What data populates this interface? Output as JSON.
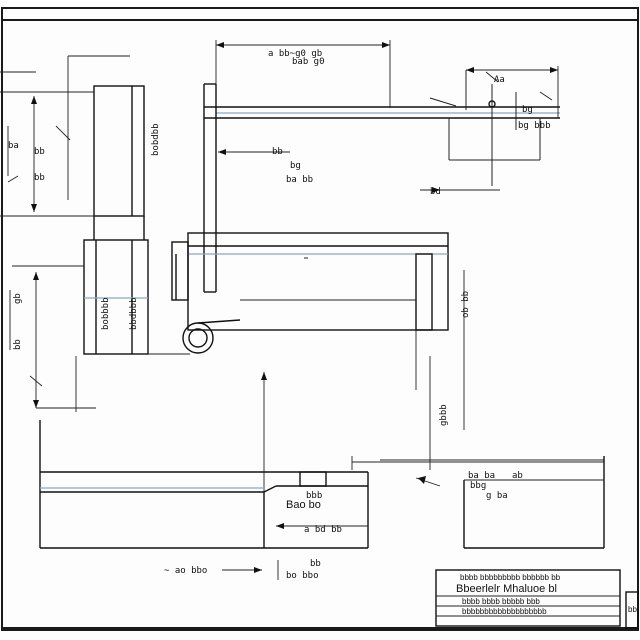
{
  "labels": {
    "top_dim_a": "a bb~g0 gb",
    "top_dim_b": "bab g0",
    "right_top_a": "Aa",
    "right_top_b": "bg",
    "right_top_c": "bg bbb",
    "left_top_a": "ba",
    "left_top_b": "bb",
    "left_top_c": "bb",
    "left_post": "bobdbb",
    "mid_a": "bb",
    "mid_b": "bg",
    "mid_c": "ba bb",
    "small_arrow": "bd",
    "post_lower_left": "bobbbb",
    "post_lower_right": "bbdbbb",
    "left_vert_a": "gb",
    "left_vert_b": "bb",
    "mid_vert": "gbbb",
    "right_vert": "ob bb",
    "base_label_a": "bbb",
    "base_label_b": "Bao bo",
    "base_label_c": "a bd bb",
    "right_low_a": "ba ba",
    "right_low_b": "ab",
    "right_low_c": "bbg",
    "right_low_d": "g ba",
    "bottom_a": "~ ao bbo",
    "bottom_b": "bb",
    "bottom_c": "bo bbo"
  },
  "title_block": {
    "line1": "bbbb bbbbbbbbb bbbbbb bb",
    "line2": "Bbeerlelr Mhaluoe bl",
    "line3": "bbbb bbbb bbbbb bbb",
    "line4": "bbbbbbbbbbbbbbbbbbb",
    "sheet_no": "bb"
  }
}
